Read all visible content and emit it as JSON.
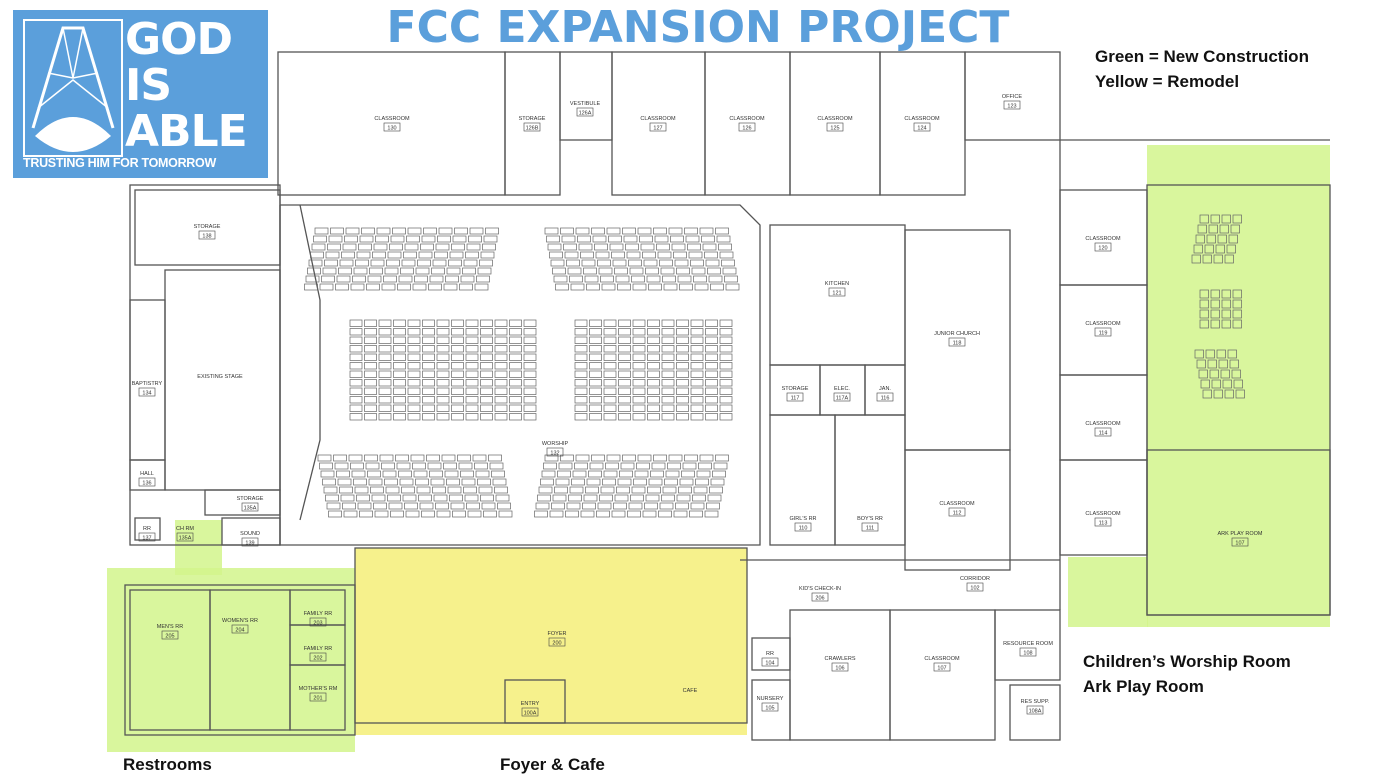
{
  "title": "FCC EXPANSION PROJECT",
  "logo": {
    "lines": [
      "GOD",
      "IS",
      "ABLE"
    ],
    "tagline": "TRUSTING HIM FOR TOMORROW"
  },
  "legend": {
    "green": "Green = New Construction",
    "yellow": "Yellow = Remodel",
    "colors": {
      "green": "#d2f58c",
      "yellow": "#f4ef78"
    }
  },
  "captions": {
    "restrooms": "Restrooms",
    "foyer": "Foyer & Cafe",
    "childrens_worship": "Children’s Worship Room",
    "ark_play": "Ark Play Room"
  },
  "rooms": [
    {
      "name": "CLASSROOM",
      "number": "130"
    },
    {
      "name": "STORAGE",
      "number": "126B"
    },
    {
      "name": "VESTIBULE",
      "number": "126A"
    },
    {
      "name": "CLASSROOM",
      "number": "127"
    },
    {
      "name": "CLASSROOM",
      "number": "126"
    },
    {
      "name": "CLASSROOM",
      "number": "125"
    },
    {
      "name": "CLASSROOM",
      "number": "124"
    },
    {
      "name": "OFFICE",
      "number": "123"
    },
    {
      "name": "STORAGE",
      "number": "138"
    },
    {
      "name": "BAPTISTRY",
      "number": "134"
    },
    {
      "name": "EXISTING STAGE",
      "number": ""
    },
    {
      "name": "HALL",
      "number": "136"
    },
    {
      "name": "STORAGE",
      "number": "135A"
    },
    {
      "name": "SOUND",
      "number": "139"
    },
    {
      "name": "RR",
      "number": "137"
    },
    {
      "name": "CH RM",
      "number": "135A"
    },
    {
      "name": "WORSHIP",
      "number": "132"
    },
    {
      "name": "KITCHEN",
      "number": "121"
    },
    {
      "name": "STORAGE",
      "number": "117"
    },
    {
      "name": "ELEC.",
      "number": "117A"
    },
    {
      "name": "JAN.",
      "number": "116"
    },
    {
      "name": "GIRL'S RR",
      "number": "110"
    },
    {
      "name": "BOY'S RR",
      "number": "111"
    },
    {
      "name": "JUNIOR CHURCH",
      "number": "118"
    },
    {
      "name": "CLASSROOM",
      "number": "112"
    },
    {
      "name": "CLASSROOM",
      "number": "120"
    },
    {
      "name": "CLASSROOM",
      "number": "119"
    },
    {
      "name": "CLASSROOM",
      "number": "114"
    },
    {
      "name": "CLASSROOM",
      "number": "113"
    },
    {
      "name": "ARK PLAY ROOM",
      "number": "107"
    },
    {
      "name": "KID'S CHECK-IN",
      "number": "206"
    },
    {
      "name": "CORRIDOR",
      "number": "102"
    },
    {
      "name": "RR",
      "number": "104"
    },
    {
      "name": "CRAWLERS",
      "number": "106"
    },
    {
      "name": "NURSERY",
      "number": "105"
    },
    {
      "name": "CLASSROOM",
      "number": "107"
    },
    {
      "name": "RESOURCE ROOM",
      "number": "108"
    },
    {
      "name": "RES SUPP.",
      "number": "108A"
    },
    {
      "name": "MEN'S RR",
      "number": "205"
    },
    {
      "name": "WOMEN'S RR",
      "number": "204"
    },
    {
      "name": "FAMILY RR",
      "number": "203"
    },
    {
      "name": "FAMILY RR",
      "number": "202"
    },
    {
      "name": "MOTHER'S RM",
      "number": "201"
    },
    {
      "name": "FOYER",
      "number": "200"
    },
    {
      "name": "ENTRY",
      "number": "100A"
    },
    {
      "name": "CAFE",
      "number": ""
    }
  ]
}
